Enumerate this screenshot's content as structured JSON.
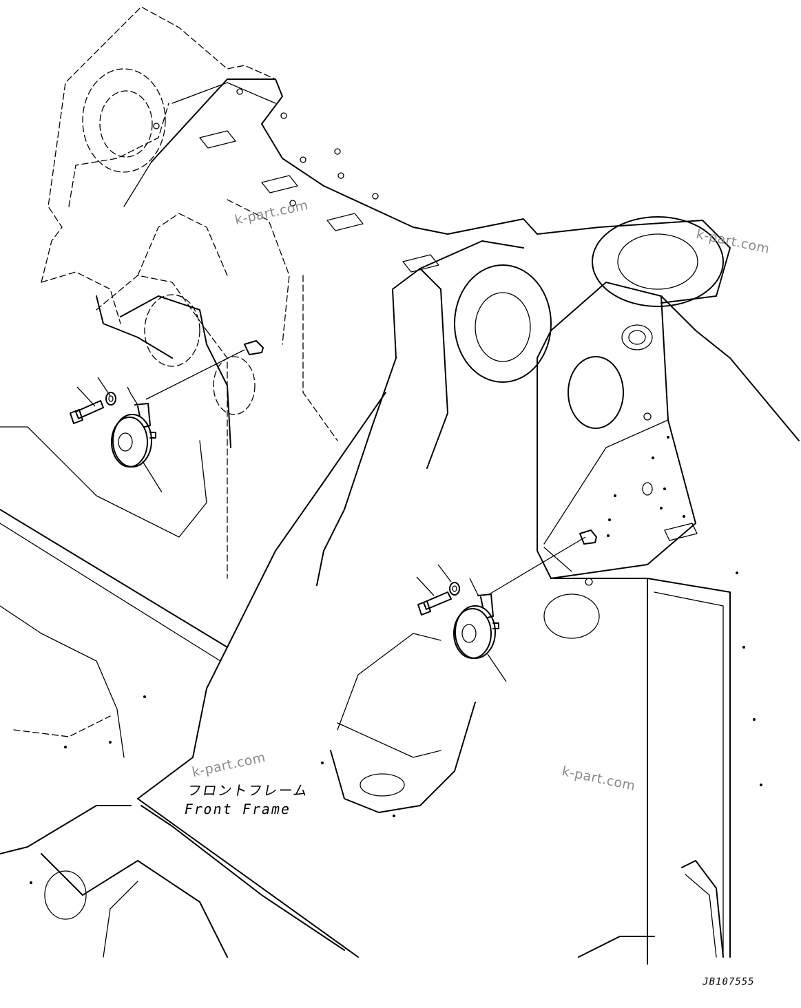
{
  "label_jp": "フロントフレーム",
  "label_en": "Front Frame",
  "drawing_number": "JB107555",
  "watermark": "k-part.com"
}
